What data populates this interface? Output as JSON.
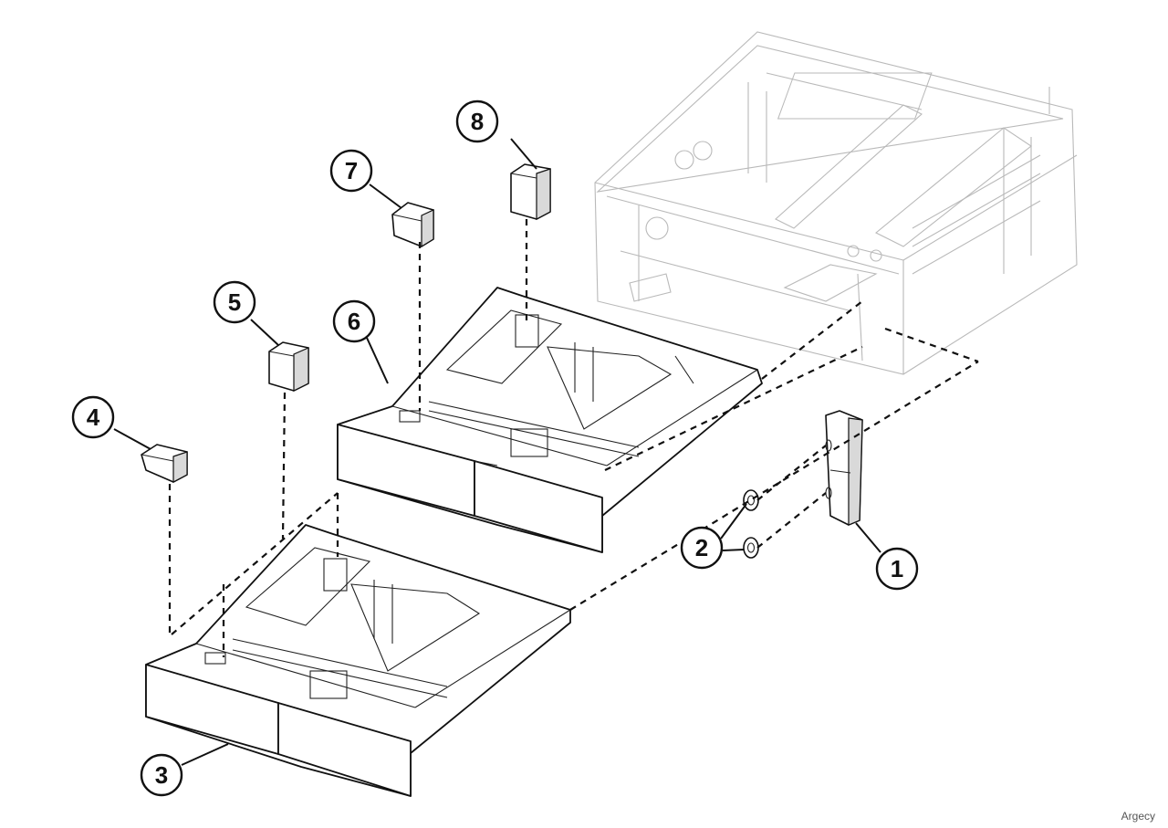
{
  "diagram": {
    "callouts": [
      {
        "id": "1",
        "label": "1"
      },
      {
        "id": "2",
        "label": "2"
      },
      {
        "id": "3",
        "label": "3"
      },
      {
        "id": "4",
        "label": "4"
      },
      {
        "id": "5",
        "label": "5"
      },
      {
        "id": "6",
        "label": "6"
      },
      {
        "id": "7",
        "label": "7"
      },
      {
        "id": "8",
        "label": "8"
      }
    ],
    "parts": [
      "printer-base-frame",
      "side-cover",
      "mounting-clips",
      "lower-paper-tray",
      "tray-guide-4",
      "tray-guide-5",
      "upper-paper-tray",
      "tray-guide-7",
      "tray-guide-8"
    ]
  },
  "watermark": "Argecy"
}
